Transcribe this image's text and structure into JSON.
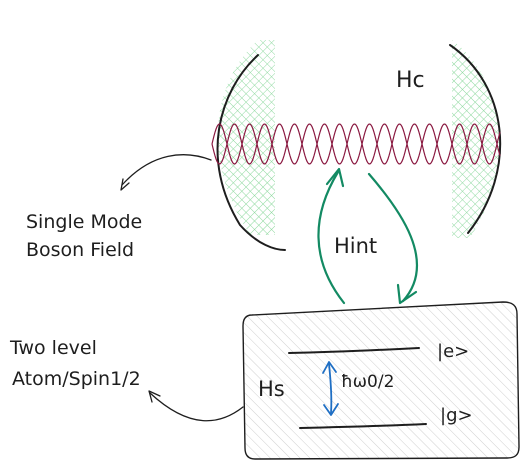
{
  "labels": {
    "cavity_hamiltonian": "Hc",
    "interaction": "Hint",
    "system_hamiltonian": "Hs",
    "transition_energy": "ħω0/2",
    "excited_state": "|e>",
    "ground_state": "|g>",
    "boson_field_line1": "Single Mode",
    "boson_field_line2": "Boson Field",
    "atom_line1": "Two level",
    "atom_line2": "Atom/Spin1/2"
  },
  "colors": {
    "ink": "#1e1e1e",
    "mirror_hatch": "#8fd9a0",
    "standing_wave": "#8a1840",
    "interaction_arrow": "#138a63",
    "transition_arrow": "#1f6fc4",
    "box_hatch": "#c8c8c8"
  }
}
